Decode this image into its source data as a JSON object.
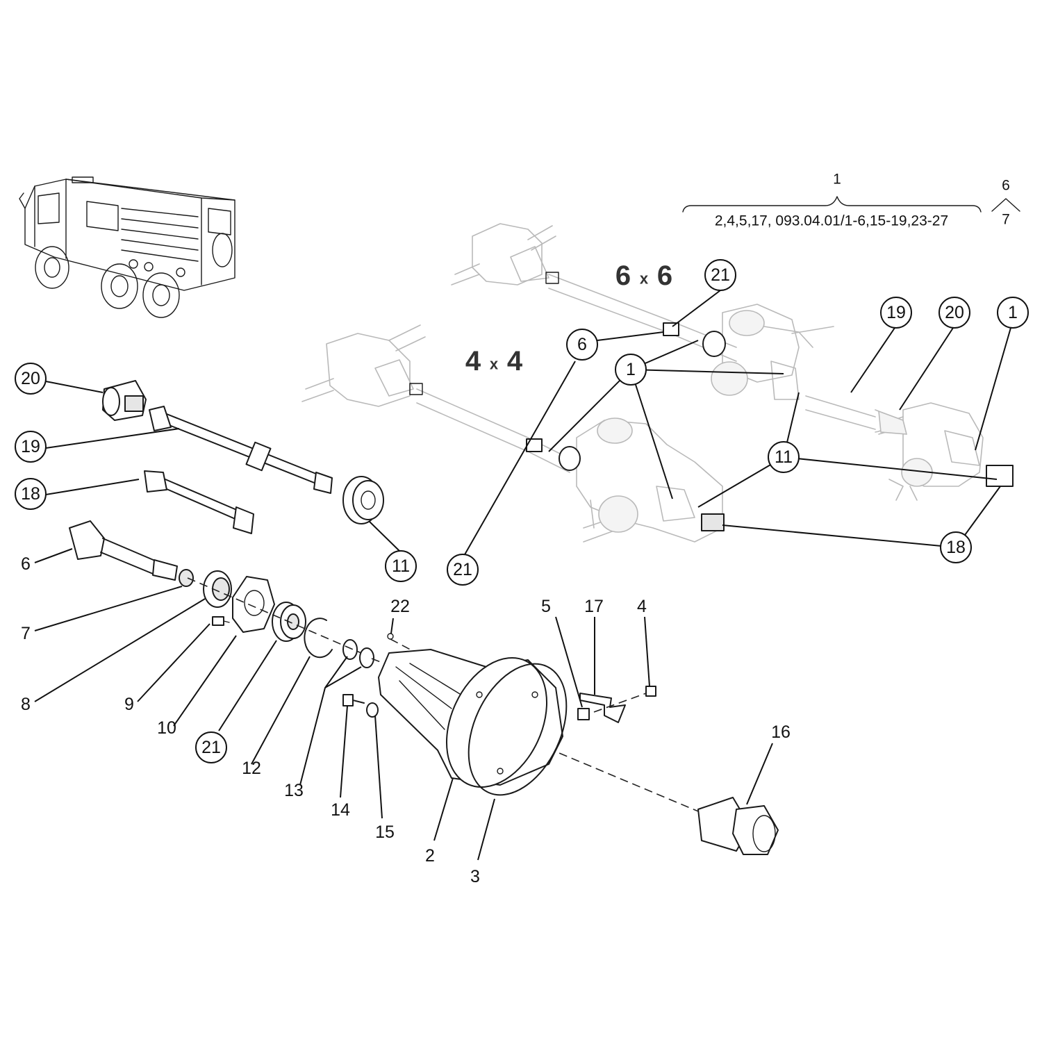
{
  "legend": {
    "assembly_number": "1",
    "assembly_contents": "2,4,5,17, 093.04.01/1-6,15-19,23-27",
    "alt_top": "6",
    "alt_bottom": "7"
  },
  "configurations": {
    "six_by_six": {
      "left": "6",
      "x": "x",
      "right": "6"
    },
    "four_by_four": {
      "left": "4",
      "x": "x",
      "right": "4"
    }
  },
  "callouts": {
    "c20_left": "20",
    "c19_left": "19",
    "c18_left": "18",
    "c11_left": "11",
    "c21_left": "21",
    "c21_top": "21",
    "c6_mid": "6",
    "c1_mid": "1",
    "c19_right": "19",
    "c20_right": "20",
    "c1_right": "1",
    "c11_right": "11",
    "c18_right": "18",
    "c21_bottom": "21"
  },
  "labels": {
    "p6": "6",
    "p7": "7",
    "p8": "8",
    "p9": "9",
    "p10": "10",
    "p12": "12",
    "p13": "13",
    "p14": "14",
    "p15": "15",
    "p22": "22",
    "p2": "2",
    "p3": "3",
    "p5": "5",
    "p17": "17",
    "p4": "4",
    "p16": "16"
  }
}
